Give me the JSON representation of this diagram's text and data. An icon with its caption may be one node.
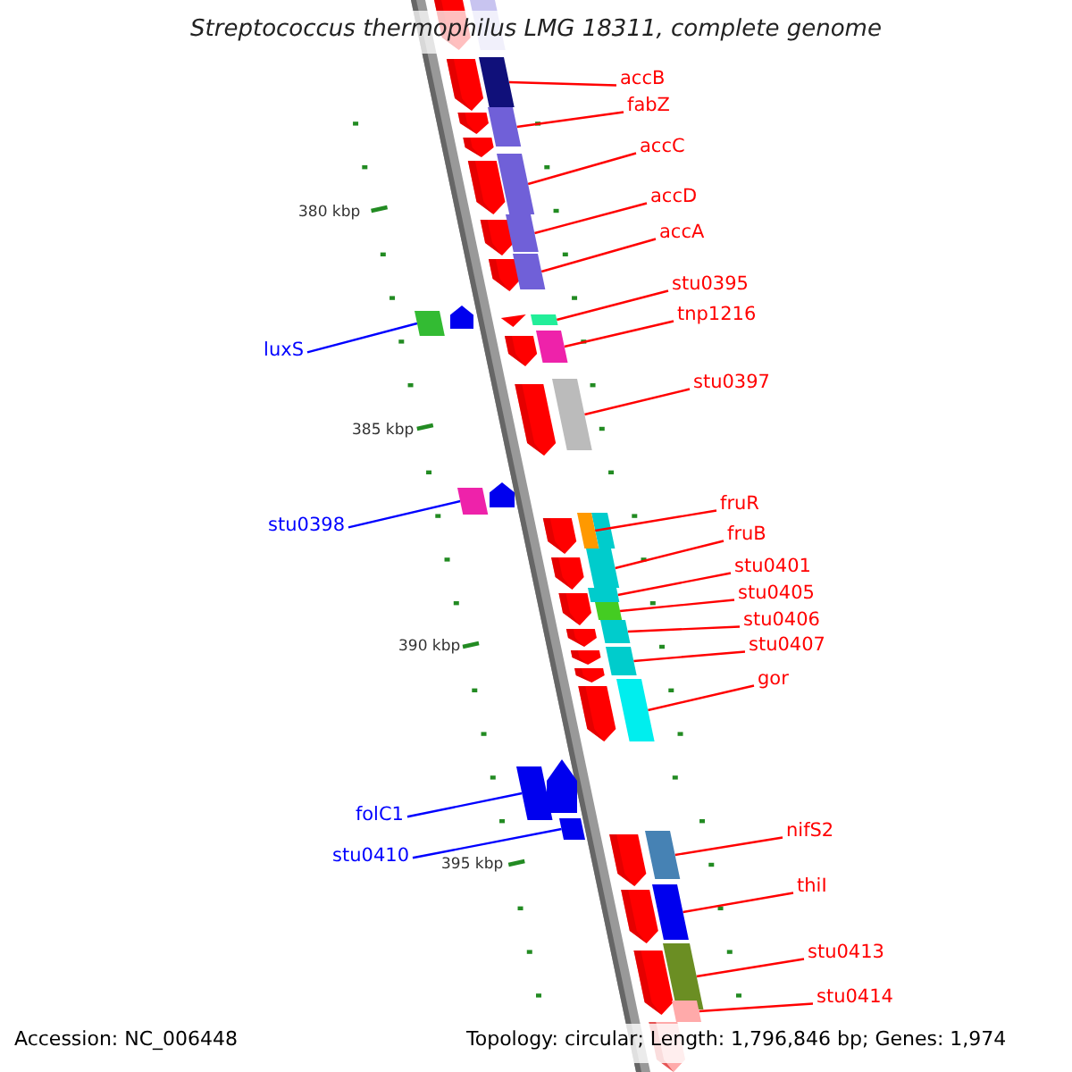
{
  "diagram": {
    "title": "Streptococcus thermophilus LMG 18311, complete genome",
    "nodes": [
      {
        "text": [
          "accB"
        ]
      },
      {
        "text": [
          "fabZ"
        ]
      },
      {
        "text": [
          "accC"
        ]
      },
      {
        "text": [
          "accD"
        ]
      },
      {
        "text": [
          "accA"
        ]
      },
      {
        "text": [
          "stu0395"
        ]
      },
      {
        "text": [
          "tnp1216"
        ]
      },
      {
        "text": [
          "luxS"
        ]
      },
      {
        "text": [
          "stu0397"
        ]
      },
      {
        "text": [
          "stu0398"
        ]
      },
      {
        "text": [
          "fruR"
        ]
      },
      {
        "text": [
          "fruB"
        ]
      },
      {
        "text": [
          "stu0401"
        ]
      },
      {
        "text": [
          "stu0405"
        ]
      },
      {
        "text": [
          "stu0406"
        ]
      },
      {
        "text": [
          "stu0407"
        ]
      },
      {
        "text": [
          "gor"
        ]
      },
      {
        "text": [
          "folC1"
        ]
      },
      {
        "text": [
          "nifS2"
        ]
      },
      {
        "text": [
          "stu0410"
        ]
      },
      {
        "text": [
          "thiI"
        ]
      },
      {
        "text": [
          "stu0413"
        ]
      },
      {
        "text": [
          "stu0414"
        ]
      },
      {
        "text": [],
        "shape": "box"
      },
      {
        "text": [],
        "shape": "box"
      },
      {
        "text": [],
        "shape": "box"
      },
      {
        "text": [],
        "shape": "box"
      },
      {
        "text": [],
        "shape": "box"
      },
      {
        "text": [],
        "shape": "box"
      },
      {
        "text": [],
        "shape": "box"
      },
      {
        "text": [],
        "shape": "box"
      },
      {
        "text": [],
        "shape": "box"
      },
      {
        "text": [],
        "shape": "box"
      },
      {
        "text": [],
        "shape": "box"
      },
      {
        "text": [],
        "shape": "box"
      },
      {
        "text": [],
        "shape": "box"
      },
      {
        "text": [],
        "shape": "box"
      },
      {
        "text": [],
        "shape": "box"
      },
      {
        "text": [],
        "shape": "box"
      },
      {
        "text": [],
        "shape": "box"
      },
      {
        "text": [],
        "shape": "box"
      },
      {
        "text": [],
        "shape": "box"
      },
      {
        "text": [],
        "shape": "box"
      },
      {
        "text": [],
        "shape": "box"
      },
      {
        "text": [],
        "shape": "box"
      },
      {
        "text": [],
        "shape": "box"
      }
    ],
    "edges": [
      {
        "from": 0,
        "to": 23,
        "arrow": "none"
      },
      {
        "from": 1,
        "to": 24,
        "arrow": "none"
      },
      {
        "from": 2,
        "to": 25,
        "arrow": "none"
      },
      {
        "from": 3,
        "to": 26,
        "arrow": "none"
      },
      {
        "from": 4,
        "to": 27,
        "arrow": "none"
      },
      {
        "from": 5,
        "to": 28,
        "arrow": "none"
      },
      {
        "from": 6,
        "to": 29,
        "arrow": "none"
      },
      {
        "from": 7,
        "to": 30,
        "arrow": "none",
        "color": "#0000ff"
      },
      {
        "from": 8,
        "to": 31,
        "arrow": "none"
      },
      {
        "from": 9,
        "to": 32,
        "arrow": "none",
        "color": "#0000ff"
      },
      {
        "from": 10,
        "to": 33,
        "arrow": "none"
      },
      {
        "from": 11,
        "to": 34,
        "arrow": "none"
      },
      {
        "from": 12,
        "to": 35,
        "arrow": "none"
      },
      {
        "from": 13,
        "to": 36,
        "arrow": "none"
      },
      {
        "from": 14,
        "to": 37,
        "arrow": "none"
      },
      {
        "from": 15,
        "to": 38,
        "arrow": "none"
      },
      {
        "from": 16,
        "to": 39,
        "arrow": "none"
      },
      {
        "from": 17,
        "to": 40,
        "arrow": "none",
        "color": "#0000ff"
      },
      {
        "from": 18,
        "to": 41,
        "arrow": "none"
      },
      {
        "from": 19,
        "to": 42,
        "arrow": "none",
        "color": "#0000ff"
      },
      {
        "from": 20,
        "to": 43,
        "arrow": "none"
      },
      {
        "from": 21,
        "to": 44,
        "arrow": "none"
      },
      {
        "from": 22,
        "to": 45,
        "arrow": "none"
      }
    ],
    "labels": [
      "380 kbp",
      "385 kbp",
      "390 kbp",
      "395 kbp",
      "Accession: NC_006448",
      "Topology: circular; Length: 1,796,846 bp; Genes: 1,974"
    ]
  }
}
